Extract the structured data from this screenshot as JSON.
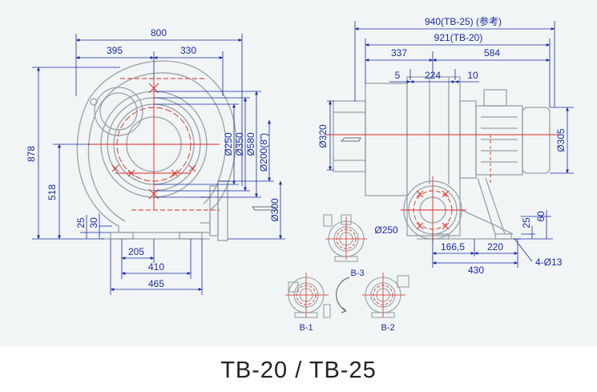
{
  "caption": "TB-20  /  TB-25",
  "front_view": {
    "dim_800": "800",
    "dim_395": "395",
    "dim_330": "330",
    "dim_878": "878",
    "dim_518": "518",
    "dim_25": "25",
    "dim_30": "30",
    "dim_205": "205",
    "dim_410": "410",
    "dim_465": "465",
    "dia_250": "Ø250",
    "dia_350": "Ø350",
    "dia_580": "Ø580",
    "dia_200": "Ø200(8\")",
    "dia_300": "Ø300"
  },
  "side_view": {
    "dim_940": "940(TB-25) (参考)",
    "dim_921": "921(TB-20)",
    "dim_337": "337",
    "dim_584": "584",
    "dim_5": "5",
    "dim_224": "224",
    "dim_10": "10",
    "dia_320": "Ø320",
    "dia_305": "Ø305",
    "dia_250": "Ø250",
    "dim_25": "25",
    "dim_60": "60",
    "dim_166": "166,5",
    "dim_220": "220",
    "dim_430": "430",
    "holes": "4-Ø13"
  },
  "variants": {
    "b3": "B-3",
    "b1": "B-1",
    "b2": "B-2"
  },
  "colors": {
    "dimension": "#1a2aa8",
    "centerline": "#e0281e",
    "outline": "#9aa0a6",
    "background": "#f1f5f5"
  }
}
